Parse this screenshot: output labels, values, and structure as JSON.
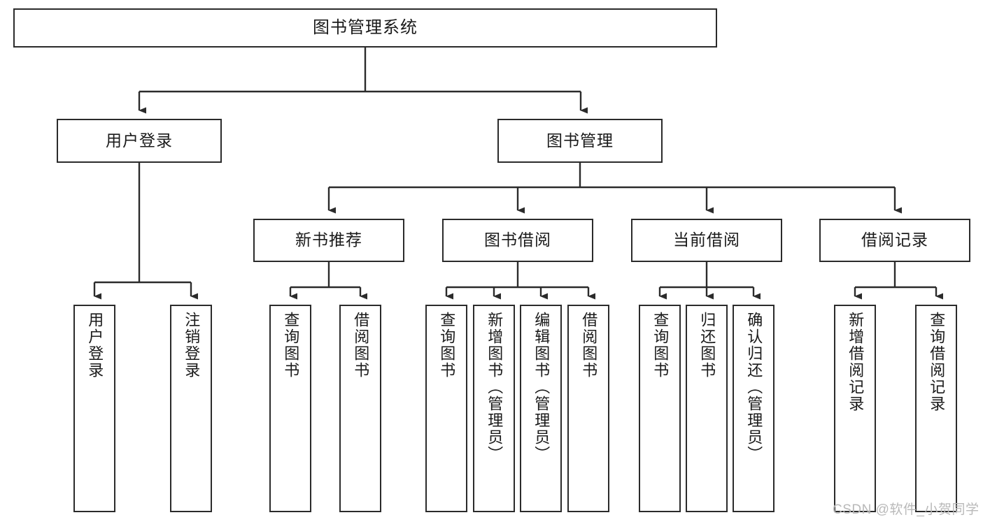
{
  "diagram": {
    "title": "图书管理系统",
    "type": "tree-hierarchy-chart",
    "root": {
      "label": "图书管理系统"
    },
    "level2": [
      {
        "label": "用户登录"
      },
      {
        "label": "图书管理"
      }
    ],
    "level3": [
      {
        "label": "新书推荐"
      },
      {
        "label": "图书借阅"
      },
      {
        "label": "当前借阅"
      },
      {
        "label": "借阅记录"
      }
    ],
    "leaves": [
      {
        "label": "用户登录"
      },
      {
        "label": "注销登录"
      },
      {
        "label": "查询图书"
      },
      {
        "label": "借阅图书"
      },
      {
        "label": "查询图书"
      },
      {
        "label": "新增图书（管理员）"
      },
      {
        "label": "编辑图书（管理员）"
      },
      {
        "label": "借阅图书"
      },
      {
        "label": "查询图书"
      },
      {
        "label": "归还图书"
      },
      {
        "label": "确认归还（管理员）"
      },
      {
        "label": "新增借阅记录"
      },
      {
        "label": "查询借阅记录"
      }
    ]
  },
  "watermark": {
    "text": "CSDN @软件_小贺同学"
  },
  "colors": {
    "stroke": "#2b2b2b",
    "background": "#ffffff",
    "text": "#1a1a1a",
    "watermark": "#b9b9b9"
  }
}
